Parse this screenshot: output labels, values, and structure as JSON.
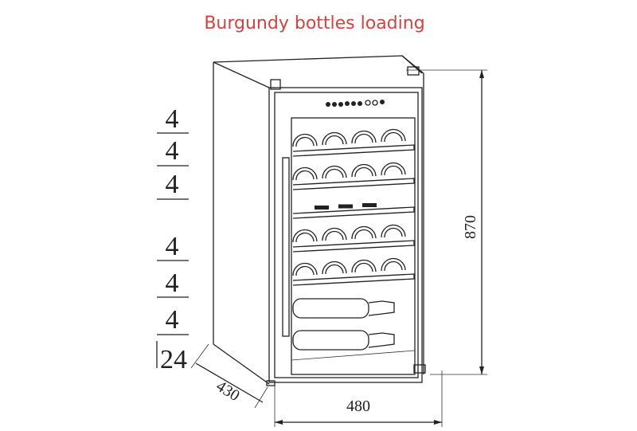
{
  "title": "Burgundy bottles loading",
  "shelf_counts": [
    "4",
    "4",
    "4",
    "4",
    "4",
    "4"
  ],
  "bottom_count": "24",
  "dimensions": {
    "height": "870",
    "width": "480",
    "depth": "430"
  }
}
